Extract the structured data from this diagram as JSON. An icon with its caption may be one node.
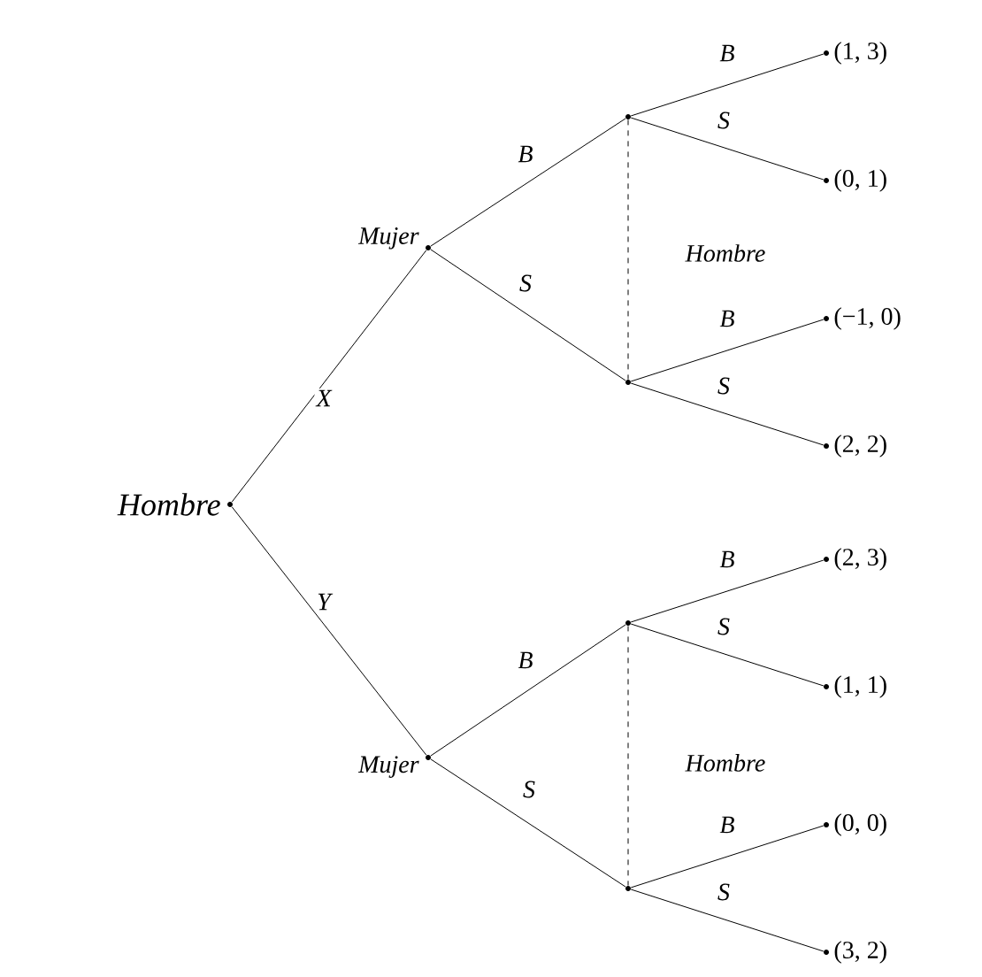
{
  "diagram": {
    "nodes": [
      {
        "text": [],
        "shape": "circle",
        "beside": [
          "Hombre"
        ]
      },
      {
        "text": [],
        "shape": "circle",
        "beside": [
          "Mujer"
        ]
      },
      {
        "text": [],
        "shape": "circle",
        "beside": [
          "Mujer"
        ]
      },
      {
        "text": [],
        "shape": "circle"
      },
      {
        "text": [],
        "shape": "circle"
      },
      {
        "text": [],
        "shape": "circle"
      },
      {
        "text": [],
        "shape": "circle"
      },
      {
        "text": [],
        "shape": "circle",
        "beside": [
          "(1, 3)"
        ]
      },
      {
        "text": [],
        "shape": "circle",
        "beside": [
          "(0, 1)"
        ]
      },
      {
        "text": [],
        "shape": "circle",
        "beside": [
          "(−1, 0)"
        ]
      },
      {
        "text": [],
        "shape": "circle",
        "beside": [
          "(2, 2)"
        ]
      },
      {
        "text": [],
        "shape": "circle",
        "beside": [
          "(2, 3)"
        ]
      },
      {
        "text": [],
        "shape": "circle",
        "beside": [
          "(1, 1)"
        ]
      },
      {
        "text": [],
        "shape": "circle",
        "beside": [
          "(0, 0)"
        ]
      },
      {
        "text": [],
        "shape": "circle",
        "beside": [
          "(3, 2)"
        ]
      }
    ],
    "edges": [
      {
        "from": 0,
        "to": 1,
        "arrow": "none",
        "label": "X"
      },
      {
        "from": 0,
        "to": 2,
        "arrow": "none",
        "label": "Y"
      },
      {
        "from": 1,
        "to": 3,
        "arrow": "none",
        "label": "B"
      },
      {
        "from": 1,
        "to": 4,
        "arrow": "none",
        "label": "S"
      },
      {
        "from": 2,
        "to": 5,
        "arrow": "none",
        "label": "B"
      },
      {
        "from": 2,
        "to": 6,
        "arrow": "none",
        "label": "S"
      },
      {
        "from": 3,
        "to": 7,
        "arrow": "none",
        "label": "B"
      },
      {
        "from": 3,
        "to": 8,
        "arrow": "none",
        "label": "S"
      },
      {
        "from": 4,
        "to": 9,
        "arrow": "none",
        "label": "B"
      },
      {
        "from": 4,
        "to": 10,
        "arrow": "none",
        "label": "S"
      },
      {
        "from": 5,
        "to": 11,
        "arrow": "none",
        "label": "B"
      },
      {
        "from": 5,
        "to": 12,
        "arrow": "none",
        "label": "S"
      },
      {
        "from": 6,
        "to": 13,
        "arrow": "none",
        "label": "B"
      },
      {
        "from": 6,
        "to": 14,
        "arrow": "none",
        "label": "S"
      },
      {
        "from": 3,
        "to": 4,
        "arrow": "none",
        "label": "Hombre",
        "style": "dashed"
      },
      {
        "from": 5,
        "to": 6,
        "arrow": "none",
        "label": "Hombre",
        "style": "dashed"
      }
    ]
  }
}
